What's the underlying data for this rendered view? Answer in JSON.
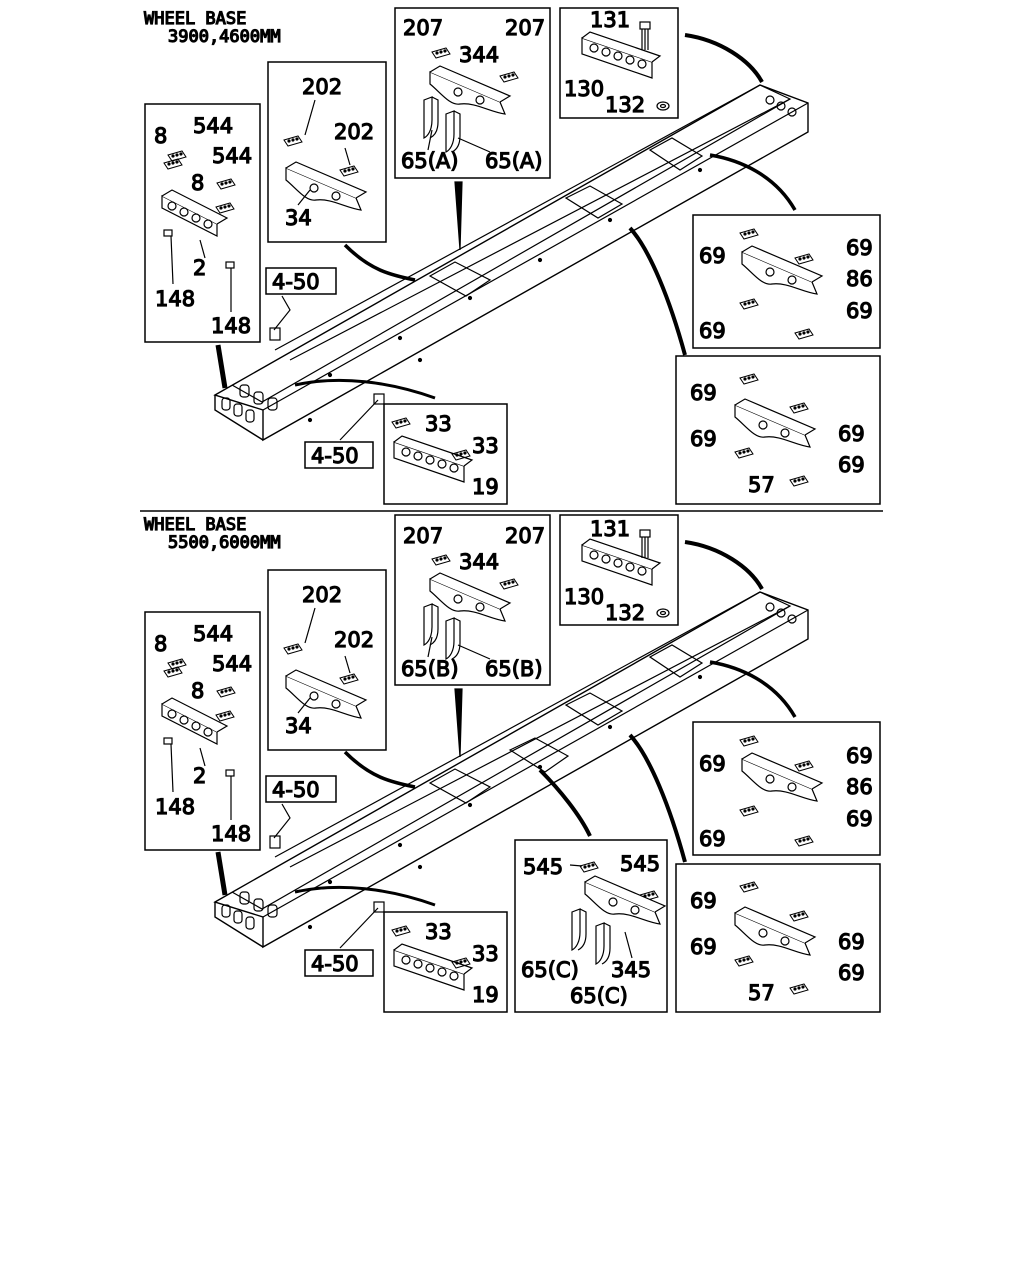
{
  "sections": [
    {
      "heading_line1": "WHEEL BASE",
      "heading_line2": "3900,4600MM",
      "box_front": {
        "labels": [
          "8",
          "544",
          "544",
          "8",
          "2",
          "148",
          "148"
        ]
      },
      "box_34": {
        "labels": [
          "202",
          "202",
          "34"
        ]
      },
      "box_344": {
        "labels": [
          "207",
          "207",
          "344",
          "65(A)",
          "65(A)"
        ]
      },
      "box_bolt": {
        "labels": [
          "131",
          "130",
          "132"
        ]
      },
      "box_86": {
        "labels": [
          "69",
          "69",
          "86",
          "69",
          "69"
        ]
      },
      "box_57": {
        "labels": [
          "69",
          "69",
          "69",
          "69",
          "57"
        ]
      },
      "box_19": {
        "labels": [
          "33",
          "33",
          "19"
        ]
      },
      "refs": [
        "4-50",
        "4-50"
      ]
    },
    {
      "heading_line1": "WHEEL BASE",
      "heading_line2": "5500,6000MM",
      "box_front": {
        "labels": [
          "8",
          "544",
          "544",
          "8",
          "2",
          "148",
          "148"
        ]
      },
      "box_34": {
        "labels": [
          "202",
          "202",
          "34"
        ]
      },
      "box_344": {
        "labels": [
          "207",
          "207",
          "344",
          "65(B)",
          "65(B)"
        ]
      },
      "box_bolt": {
        "labels": [
          "131",
          "130",
          "132"
        ]
      },
      "box_86": {
        "labels": [
          "69",
          "69",
          "86",
          "69",
          "69"
        ]
      },
      "box_57": {
        "labels": [
          "69",
          "69",
          "69",
          "69",
          "57"
        ]
      },
      "box_19": {
        "labels": [
          "33",
          "33",
          "19"
        ]
      },
      "box_345": {
        "labels": [
          "545",
          "545",
          "65(C)",
          "345",
          "65(C)"
        ]
      },
      "refs": [
        "4-50",
        "4-50"
      ]
    }
  ]
}
